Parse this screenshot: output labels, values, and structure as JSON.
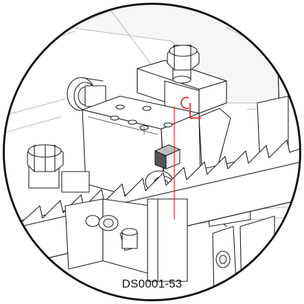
{
  "figure": {
    "doc_id": "DS0001-53",
    "centerline_symbol": "C L",
    "centerline_color": "#d62828",
    "tooth_count": 14
  }
}
